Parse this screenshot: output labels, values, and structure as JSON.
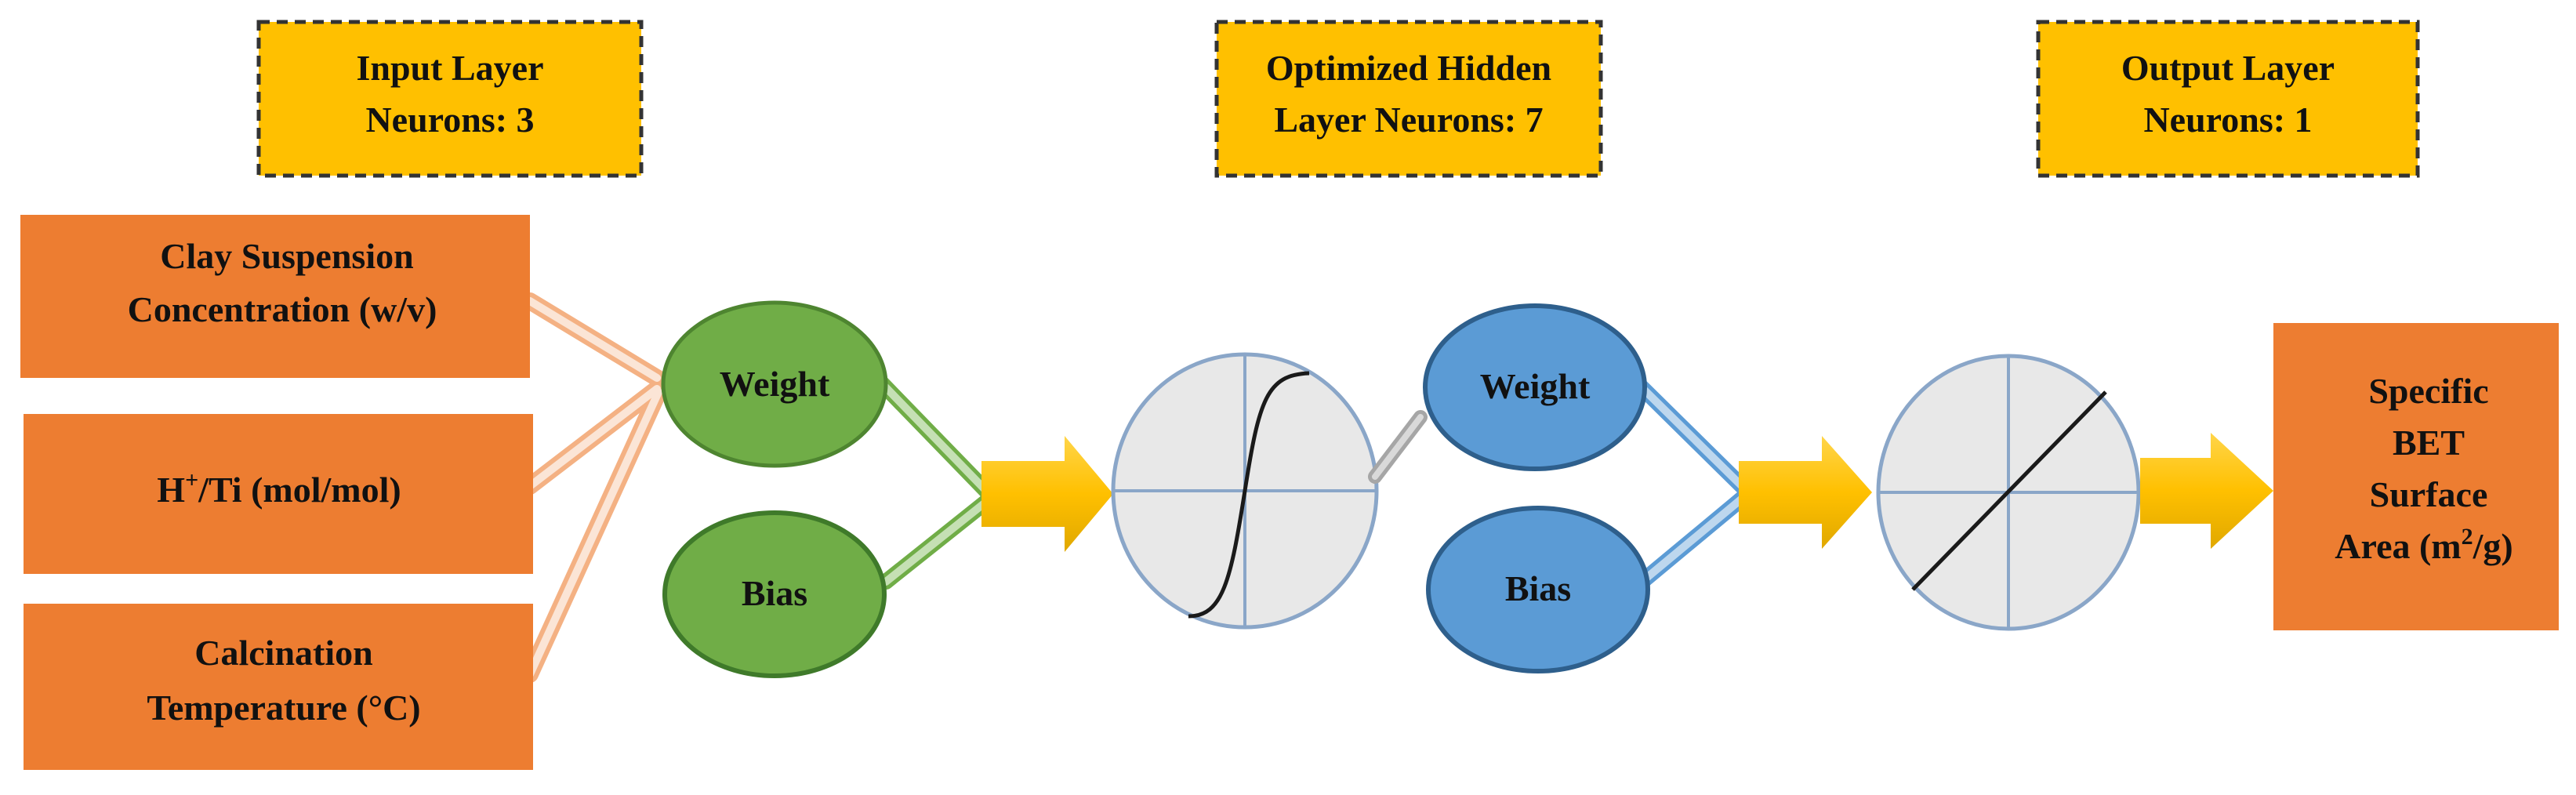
{
  "headers": {
    "input": {
      "line1": "Input Layer",
      "line2": "Neurons: 3"
    },
    "hidden": {
      "line1": "Optimized Hidden",
      "line2": "Layer Neurons: 7"
    },
    "output": {
      "line1": "Output Layer",
      "line2": "Neurons: 1"
    }
  },
  "inputs": {
    "clay": {
      "line1": "Clay Suspension",
      "line2": "Concentration (w/v)"
    },
    "ratio": {
      "prefix": "H",
      "sup": "+",
      "suffix": "/Ti (mol/mol)"
    },
    "calcination": {
      "line1": "Calcination",
      "line2": "Temperature (°C)"
    }
  },
  "hidden_layer": {
    "weight": "Weight",
    "bias": "Bias"
  },
  "output_layer": {
    "weight": "Weight",
    "bias": "Bias"
  },
  "output": {
    "line1": "Specific",
    "line2": "BET",
    "line3": "Surface",
    "line4_prefix": "Area (m",
    "line4_sup": "2",
    "line4_suffix": "/g)"
  },
  "colors": {
    "header_fill": "#ffc000",
    "input_box": "#ed7d31",
    "green_node": "#70ad47",
    "blue_node": "#5b9bd5",
    "yellow_arrow": "#ffc000",
    "activation_fill": "#e8e8e8"
  }
}
